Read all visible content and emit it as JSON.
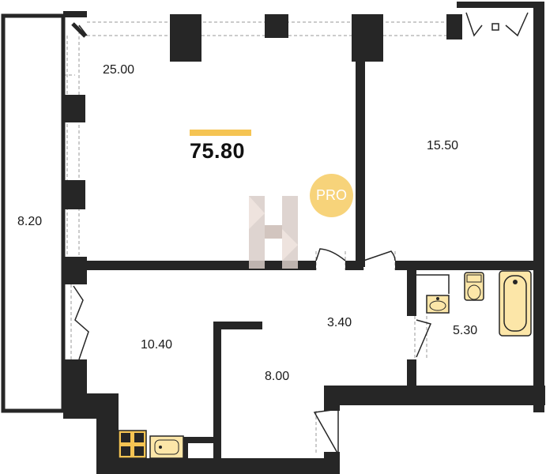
{
  "plan": {
    "total_area": "75.80",
    "badge": "PRO",
    "rooms": [
      {
        "id": "living-room",
        "area": "25.00"
      },
      {
        "id": "bedroom",
        "area": "15.50"
      },
      {
        "id": "balcony",
        "area": "8.20"
      },
      {
        "id": "kitchen",
        "area": "10.40"
      },
      {
        "id": "corridor",
        "area": "8.00"
      },
      {
        "id": "hall",
        "area": "3.40"
      },
      {
        "id": "bathroom",
        "area": "5.30"
      }
    ]
  },
  "colors": {
    "wall": "#262626",
    "accent": "#f5c453",
    "fixture": "#fce6a8",
    "badge": "#f7d37a",
    "logo": "#d9cdc8"
  }
}
